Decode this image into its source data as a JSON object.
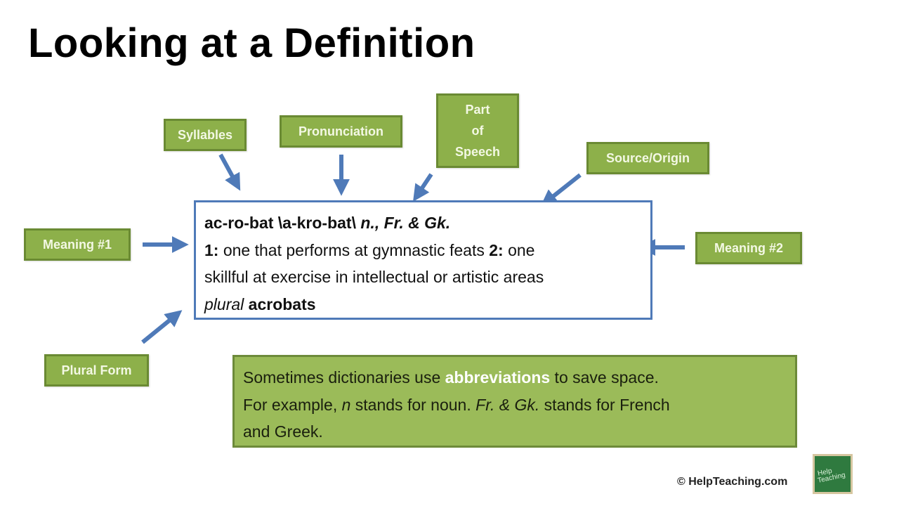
{
  "slide": {
    "title": "Looking at a Definition"
  },
  "labels": {
    "syllables": "Syllables",
    "pronunciation": "Pronunciation",
    "part_of_speech": [
      "Part",
      "of",
      "Speech"
    ],
    "source_origin": "Source/Origin",
    "meaning_1": "Meaning #1",
    "meaning_2": "Meaning #2",
    "plural_form": "Plural Form"
  },
  "definition": {
    "headword": "ac-ro-bat",
    "pronunciation": "\\a-kro-bat\\",
    "part_of_speech_origin": "n., Fr. & Gk.",
    "sense1_num": "1:",
    "sense1_text": " one that performs at gymnastic feats ",
    "sense2_num": "2:",
    "sense2_text_a": " one",
    "sense2_text_b": "skillful at exercise in intellectual or artistic areas",
    "plural_label": "plural",
    "plural_word": "acrobats"
  },
  "note": {
    "line1_a": "Sometimes dictionaries use ",
    "line1_highlight": "abbreviations",
    "line1_b": " to save space.",
    "line2_a": "For example, ",
    "line2_n": "n",
    "line2_b": " stands for noun. ",
    "line2_frgk": "Fr. & Gk.",
    "line2_c": " stands for French",
    "line3": "and Greek."
  },
  "footer": {
    "copyright": "© HelpTeaching.com",
    "logo_text": [
      "Help",
      "Teaching"
    ]
  },
  "colors": {
    "label_fill": "#8db04a",
    "label_border": "#6a8a33",
    "arrow": "#4f7ab8",
    "note_fill": "#9bbb59"
  }
}
